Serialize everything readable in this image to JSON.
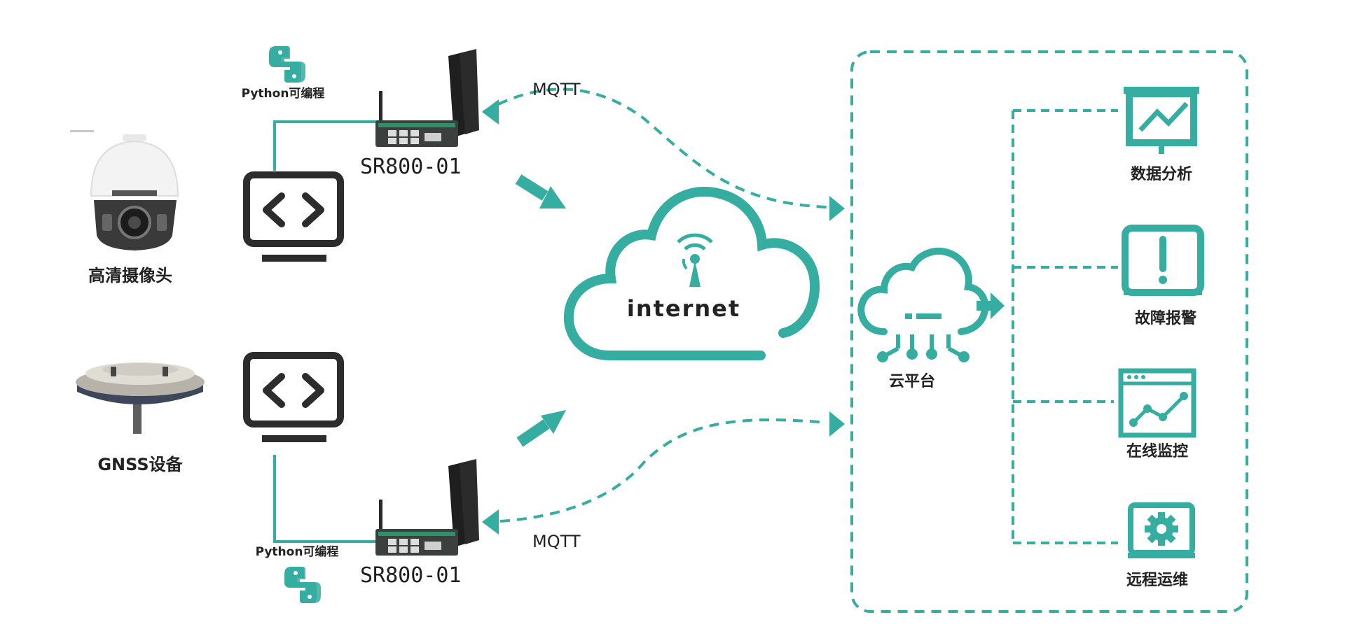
{
  "devices": {
    "camera_label": "高清摄像头",
    "gnss_label": "GNSS设备"
  },
  "routers": {
    "top_name": "SR800-01",
    "bottom_name": "SR800-01",
    "python_top": "Python可编程",
    "python_bottom": "Python可编程"
  },
  "links": {
    "mqtt_top": "MQTT",
    "mqtt_bottom": "MQTT"
  },
  "internet": {
    "label": "internet"
  },
  "cloud_platform": {
    "label": "云平台",
    "functions": [
      "数据分析",
      "故障报警",
      "在线监控",
      "远程运维"
    ]
  },
  "colors": {
    "teal": "#35ada0",
    "dark": "#2c2c2c",
    "text": "#222222"
  }
}
